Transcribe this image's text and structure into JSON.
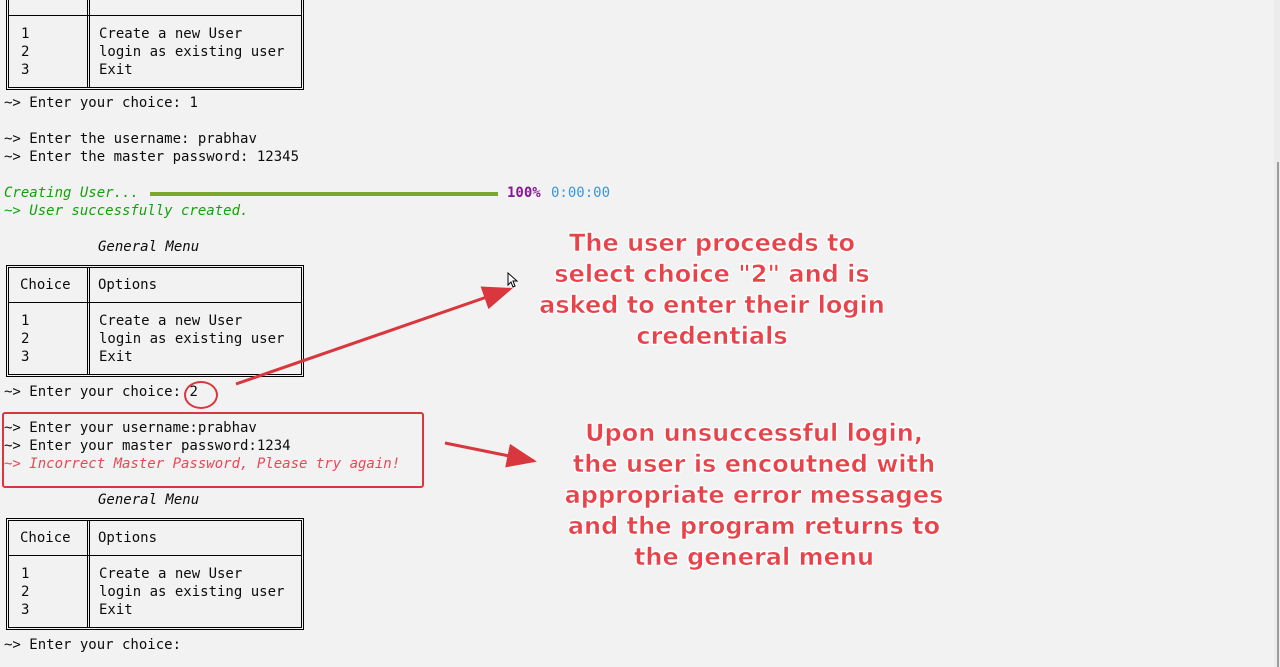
{
  "menu_title": "General Menu",
  "table": {
    "col_choice": "Choice",
    "col_options": "Options",
    "rows": [
      {
        "num": "1",
        "option": "Create a new User"
      },
      {
        "num": "2",
        "option": "login as existing user"
      },
      {
        "num": "3",
        "option": "Exit"
      }
    ]
  },
  "console": {
    "prompt": "~> ",
    "choice_prompt": "Enter your choice: ",
    "choice1_value": "1",
    "enter_username": "Enter the username: prabhav",
    "enter_master": "Enter the master password: 12345",
    "creating": "Creating User...",
    "percent": "100%",
    "elapsed": "0:00:00",
    "created": "~> User successfully created.",
    "choice_prompt_nospace": "~> Enter your choice:",
    "choice2_value": "2",
    "login_username": "~> Enter your username:prabhav",
    "login_password": "~> Enter your master password:1234",
    "error": "~> Incorrect Master Password, Please try again!",
    "final_prompt": "~> Enter your choice:"
  },
  "progress": {
    "fraction": 1.0,
    "color": "#7ba72a"
  },
  "annotations": {
    "note1": [
      "The user proceeds to",
      "select choice \"2\" and is",
      "asked to enter their login",
      "credentials"
    ],
    "note2": [
      "Upon unsuccessful login,",
      "the user is encoutned with",
      "appropriate error messages",
      "and the program returns to",
      "the general menu"
    ],
    "color": "#e8424a"
  }
}
